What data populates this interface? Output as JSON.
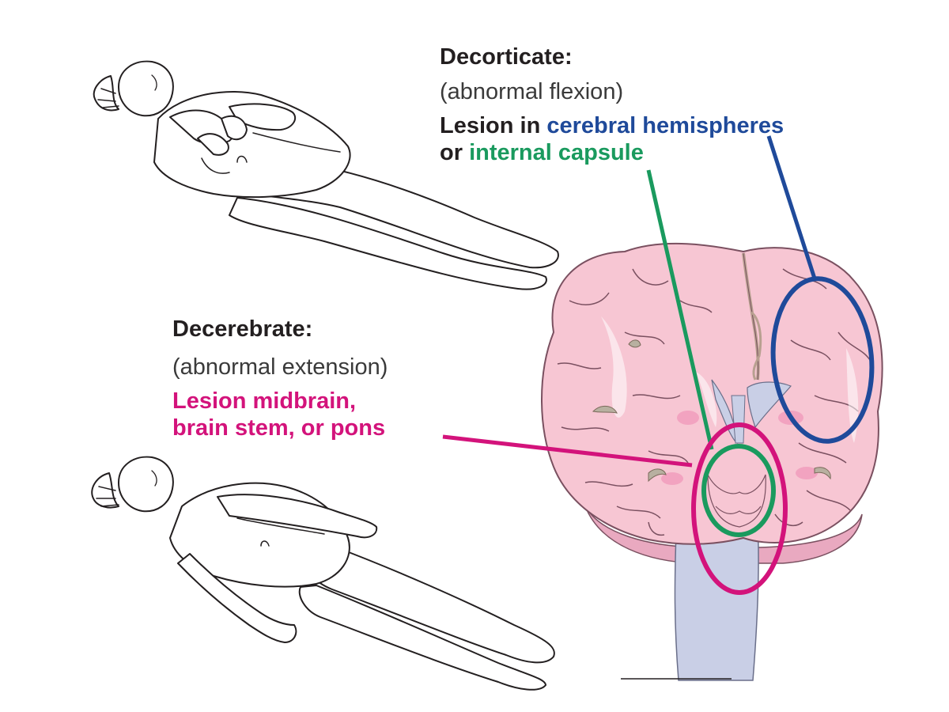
{
  "decorticate": {
    "title": "Decorticate",
    "title_suffix": ":",
    "subtitle": "(abnormal flexion)",
    "lesion_prefix": "Lesion in ",
    "lesion_region_1": "cerebral hemispheres",
    "lesion_connector": "or ",
    "lesion_region_2": "internal capsule"
  },
  "decerebrate": {
    "title": "Decerebrate:",
    "subtitle": "(abnormal extension)",
    "lesion_line_1": "Lesion midbrain,",
    "lesion_line_2": "brain stem, or pons"
  },
  "colors": {
    "hemispheres": "#1f4a9a",
    "internal_capsule": "#1a9a5e",
    "midbrain": "#d3137b",
    "brain": "#f7c6d3",
    "brainstem": "#c9cfe6"
  }
}
